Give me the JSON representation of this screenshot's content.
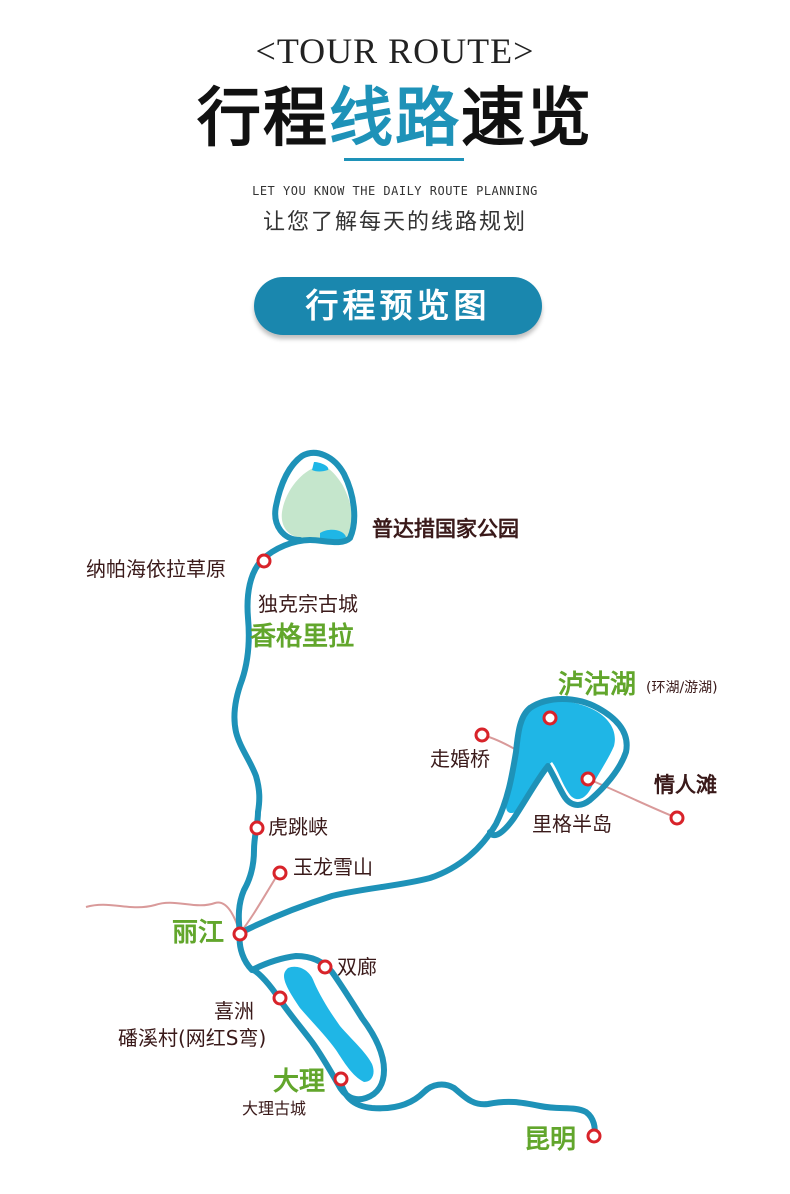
{
  "header": {
    "tour_route": "<TOUR ROUTE>",
    "title_part1": "行程",
    "title_part2": "线路",
    "title_part3": "速览",
    "subtitle_en": "LET YOU KNOW THE DAILY ROUTE PLANNING",
    "subtitle_cn": "让您了解每天的线路规划"
  },
  "section": {
    "button_label": "行程预览图"
  },
  "colors": {
    "route": "#1e92b8",
    "lake": "#1fb6e6",
    "park": "#c5e6cc",
    "city": "#62a62c",
    "marker": "#d8232a",
    "side_road": "#d99a9a"
  },
  "map": {
    "labels": {
      "pudacuo": "普达措国家公园",
      "napahai": "纳帕海依拉草原",
      "dukezong": "独克宗古城",
      "shangrila": "香格里拉",
      "lugu_lake": "泸沽湖",
      "lugu_note": "(环湖/游湖)",
      "zouhun_bridge": "走婚桥",
      "qingren_beach": "情人滩",
      "lige_peninsula": "里格半岛",
      "tiger_leaping": "虎跳峡",
      "jade_dragon": "玉龙雪山",
      "lijiang": "丽江",
      "shuanglang": "双廊",
      "xizhou": "喜洲",
      "cixi_line1": "磻溪村(网红S弯)",
      "dali": "大理",
      "dali_old_town": "大理古城",
      "kunming": "昆明"
    }
  }
}
